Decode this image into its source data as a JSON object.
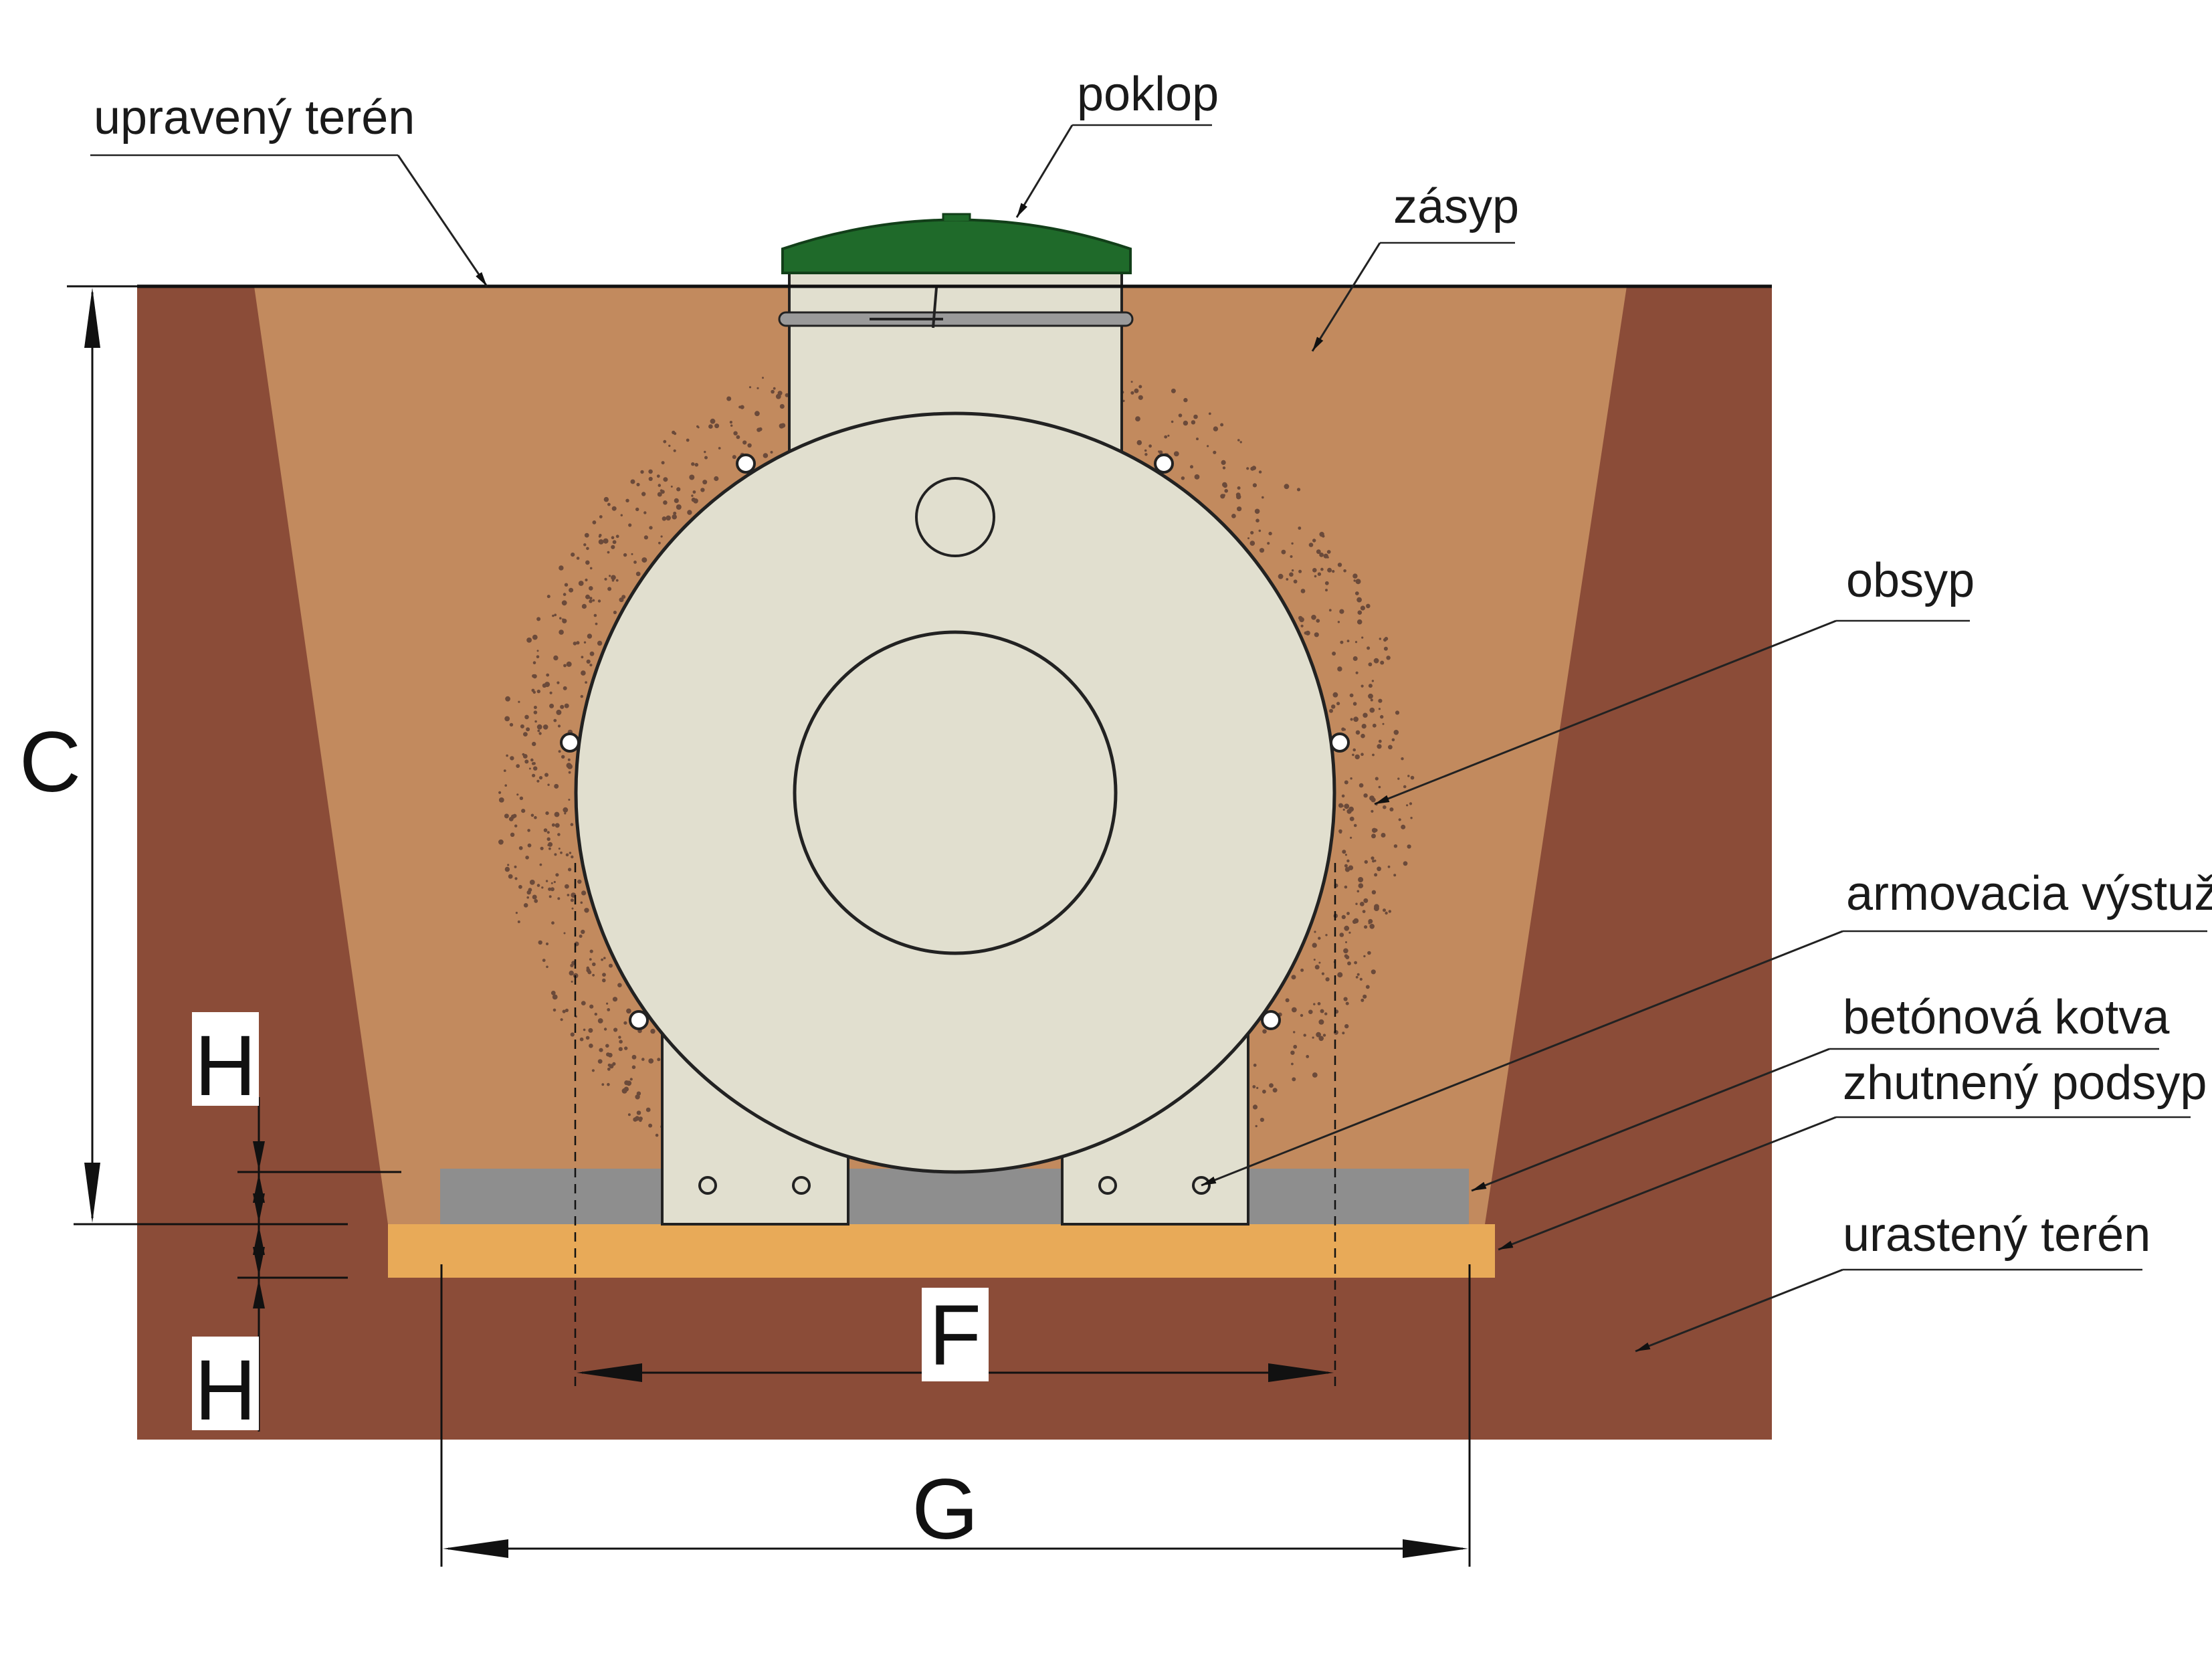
{
  "labels": {
    "upraveny_teren": "upravený terén",
    "poklop": "poklop",
    "zasyp": "zásyp",
    "obsyp": "obsyp",
    "armovacia_vystuz": "armovacia výstuž",
    "betonova_kotva": "betónová kotva",
    "zhutneny_podsyp": "zhutnený podsyp",
    "urasteny_teren": "urastený terén"
  },
  "dimensions": {
    "C": "C",
    "H_upper": "H",
    "H_lower": "H",
    "F": "F",
    "G": "G"
  },
  "colors": {
    "urasteny_teren": "#8b4c38",
    "zasyp": "#c28a5e",
    "obsyp_dots": "#6b4a3a",
    "tank": "#e1dfcf",
    "lid": "#1f6a2a",
    "concrete_anchor": "#8e8e8e",
    "podsyp": "#e8aa58"
  }
}
